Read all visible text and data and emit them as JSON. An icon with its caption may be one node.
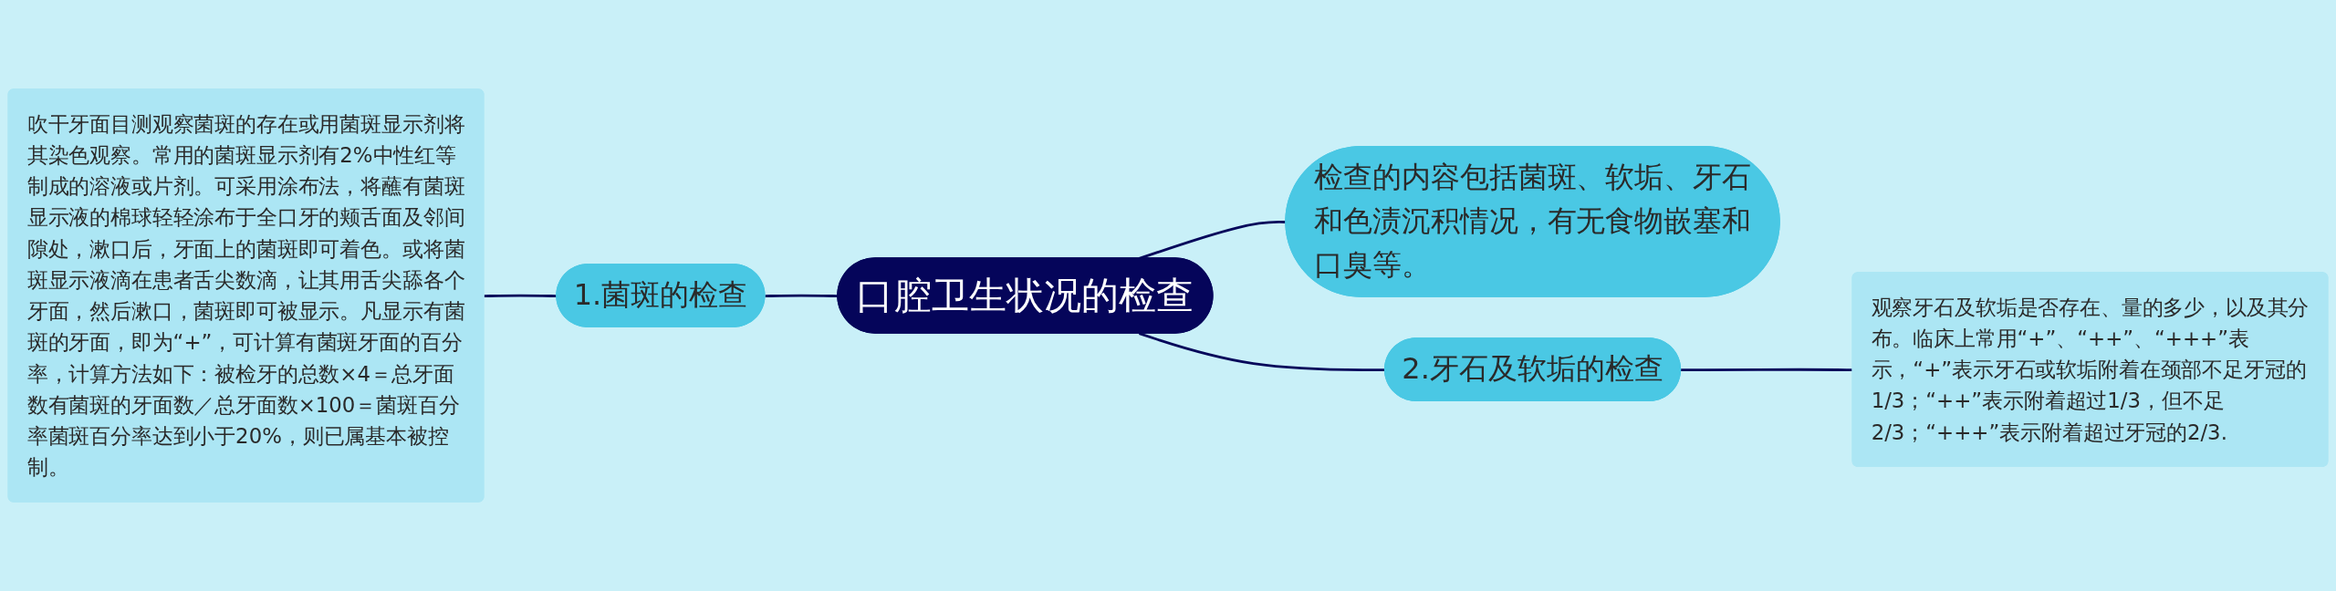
{
  "diagram": {
    "nodes": [
      {
        "text": [
          "口腔卫生状况的检查"
        ]
      },
      {
        "text": [
          "检查的内容包括菌斑、软垢、牙石和色渍沉积情况，有无食物嵌塞和口臭等。"
        ]
      },
      {
        "text": [
          "1.菌斑的检查"
        ]
      },
      {
        "text": [
          "吹干牙面目测观察菌斑的存在或用菌斑显示剂将其染色观察。常用的菌斑显示剂有2%中性红等制成的溶液或片剂。可采用涂布法，将蘸有菌斑显示液的棉球轻轻涂布于全口牙的颊舌面及邻间隙处，漱口后，牙面上的菌斑即可着色。或将菌斑显示液滴在患者舌尖数滴，让其用舌尖舔各个牙面，然后漱口，菌斑即可被显示。凡显示有菌斑的牙面，即为“+”，可计算有菌斑牙面的百分率，计算方法如下：被检牙的总数×4＝总牙面数有菌斑的牙面数／总牙面数×100＝菌斑百分率菌斑百分率达到小于20%，则已属基本被控制。"
        ]
      },
      {
        "text": [
          "2.牙石及软垢的检查"
        ]
      },
      {
        "text": [
          "观察牙石及软垢是否存在、量的多少，以及其分布。临床上常用“+”、“++”、“+++”表示，“+”表示牙石或软垢附着在颈部不足牙冠的1/3；“++”表示附着超过1/3，但不足2/3；“+++”表示附着超过牙冠的2/3."
        ]
      }
    ],
    "edges": [
      {
        "from": 3,
        "to": 2,
        "arrow": "none"
      },
      {
        "from": 2,
        "to": 0,
        "arrow": "none"
      },
      {
        "from": 0,
        "to": 1,
        "arrow": "none"
      },
      {
        "from": 0,
        "to": 4,
        "arrow": "none"
      },
      {
        "from": 4,
        "to": 5,
        "arrow": "none"
      }
    ]
  }
}
